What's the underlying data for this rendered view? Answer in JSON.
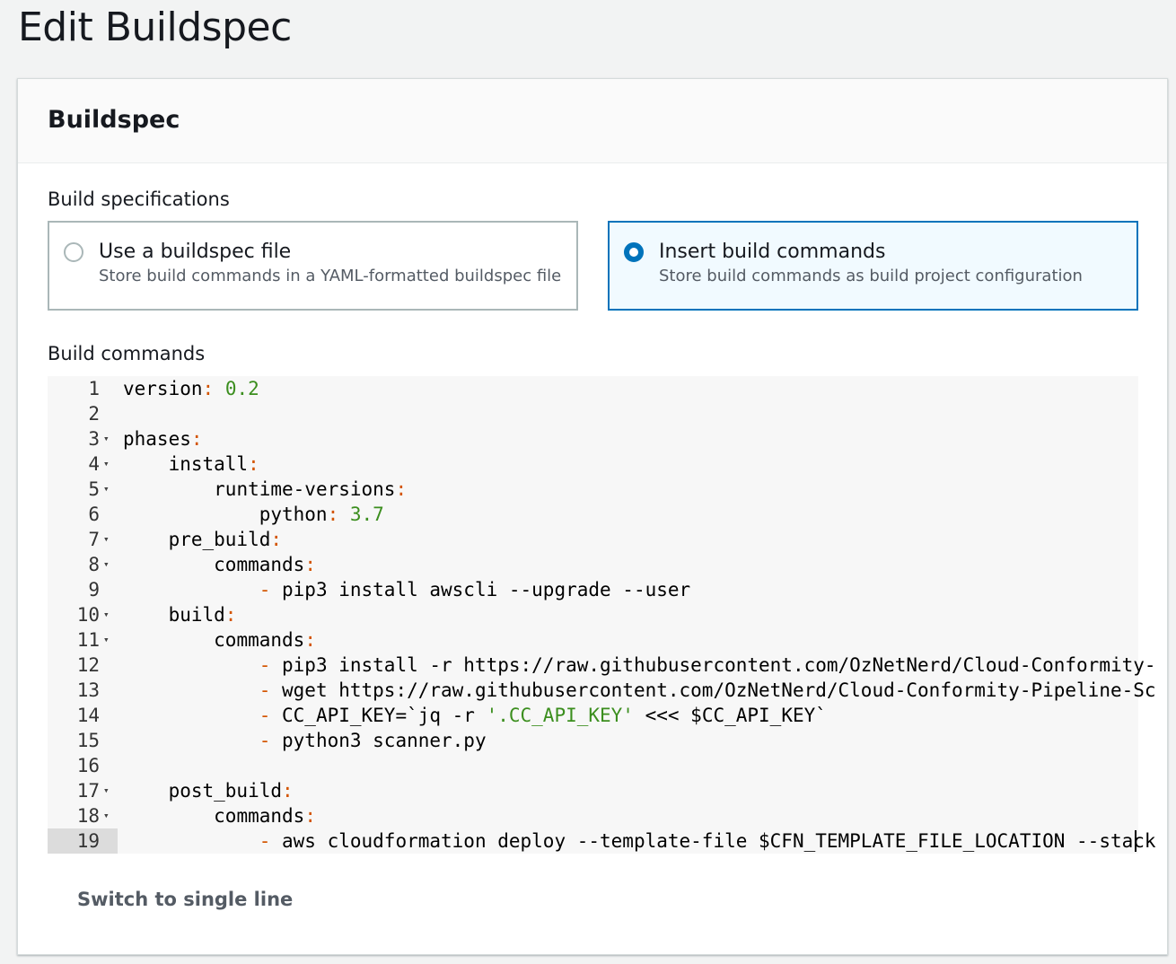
{
  "page": {
    "title": "Edit Buildspec"
  },
  "panel": {
    "title": "Buildspec"
  },
  "build_specifications": {
    "label": "Build specifications",
    "options": [
      {
        "title": "Use a buildspec file",
        "description": "Store build commands in a YAML-formatted buildspec file",
        "selected": false
      },
      {
        "title": "Insert build commands",
        "description": "Store build commands as build project configuration",
        "selected": true
      }
    ]
  },
  "build_commands": {
    "label": "Build commands",
    "active_line": 19,
    "lines": [
      {
        "n": "1",
        "fold": false,
        "indent": 0,
        "tokens": [
          {
            "t": "version",
            "c": ""
          },
          {
            "t": ": ",
            "c": "p"
          },
          {
            "t": "0.2",
            "c": "n"
          }
        ]
      },
      {
        "n": "2",
        "fold": false,
        "indent": 0,
        "tokens": []
      },
      {
        "n": "3",
        "fold": true,
        "indent": 0,
        "tokens": [
          {
            "t": "phases",
            "c": ""
          },
          {
            "t": ":",
            "c": "p"
          }
        ]
      },
      {
        "n": "4",
        "fold": true,
        "indent": 4,
        "tokens": [
          {
            "t": "install",
            "c": ""
          },
          {
            "t": ":",
            "c": "p"
          }
        ]
      },
      {
        "n": "5",
        "fold": true,
        "indent": 8,
        "tokens": [
          {
            "t": "runtime-versions",
            "c": ""
          },
          {
            "t": ":",
            "c": "p"
          }
        ]
      },
      {
        "n": "6",
        "fold": false,
        "indent": 12,
        "tokens": [
          {
            "t": "python",
            "c": ""
          },
          {
            "t": ": ",
            "c": "p"
          },
          {
            "t": "3.7",
            "c": "n"
          }
        ]
      },
      {
        "n": "7",
        "fold": true,
        "indent": 4,
        "tokens": [
          {
            "t": "pre_build",
            "c": ""
          },
          {
            "t": ":",
            "c": "p"
          }
        ]
      },
      {
        "n": "8",
        "fold": true,
        "indent": 8,
        "tokens": [
          {
            "t": "commands",
            "c": ""
          },
          {
            "t": ":",
            "c": "p"
          }
        ]
      },
      {
        "n": "9",
        "fold": false,
        "indent": 12,
        "tokens": [
          {
            "t": "- ",
            "c": "p"
          },
          {
            "t": "pip3 install awscli --upgrade --user",
            "c": ""
          }
        ]
      },
      {
        "n": "10",
        "fold": true,
        "indent": 4,
        "tokens": [
          {
            "t": "build",
            "c": ""
          },
          {
            "t": ":",
            "c": "p"
          }
        ]
      },
      {
        "n": "11",
        "fold": true,
        "indent": 8,
        "tokens": [
          {
            "t": "commands",
            "c": ""
          },
          {
            "t": ":",
            "c": "p"
          }
        ]
      },
      {
        "n": "12",
        "fold": false,
        "indent": 12,
        "tokens": [
          {
            "t": "- ",
            "c": "p"
          },
          {
            "t": "pip3 install -r https://raw.githubusercontent.com/OzNetNerd/Cloud-Conformity-",
            "c": ""
          }
        ]
      },
      {
        "n": "13",
        "fold": false,
        "indent": 12,
        "tokens": [
          {
            "t": "- ",
            "c": "p"
          },
          {
            "t": "wget https://raw.githubusercontent.com/OzNetNerd/Cloud-Conformity-Pipeline-Sc",
            "c": ""
          }
        ]
      },
      {
        "n": "14",
        "fold": false,
        "indent": 12,
        "tokens": [
          {
            "t": "- ",
            "c": "p"
          },
          {
            "t": "CC_API_KEY=`jq -r ",
            "c": ""
          },
          {
            "t": "'.CC_API_KEY'",
            "c": "s"
          },
          {
            "t": " <<< $CC_API_KEY`",
            "c": ""
          }
        ]
      },
      {
        "n": "15",
        "fold": false,
        "indent": 12,
        "tokens": [
          {
            "t": "- ",
            "c": "p"
          },
          {
            "t": "python3 scanner.py",
            "c": ""
          }
        ]
      },
      {
        "n": "16",
        "fold": false,
        "indent": 0,
        "tokens": []
      },
      {
        "n": "17",
        "fold": true,
        "indent": 4,
        "tokens": [
          {
            "t": "post_build",
            "c": ""
          },
          {
            "t": ":",
            "c": "p"
          }
        ]
      },
      {
        "n": "18",
        "fold": true,
        "indent": 8,
        "tokens": [
          {
            "t": "commands",
            "c": ""
          },
          {
            "t": ":",
            "c": "p"
          }
        ]
      },
      {
        "n": "19",
        "fold": false,
        "indent": 12,
        "tokens": [
          {
            "t": "- ",
            "c": "p"
          },
          {
            "t": "aws cloudformation deploy --template-file $CFN_TEMPLATE_FILE_LOCATION --stack",
            "c": ""
          }
        ]
      }
    ]
  },
  "switch_link": {
    "label": "Switch to single line"
  },
  "colors": {
    "accent": "#0073bb",
    "punctuation": "#d35400",
    "value": "#3b8e1e"
  },
  "icons": {
    "fold": "chevron-down-icon",
    "radio": "radio-icon"
  }
}
